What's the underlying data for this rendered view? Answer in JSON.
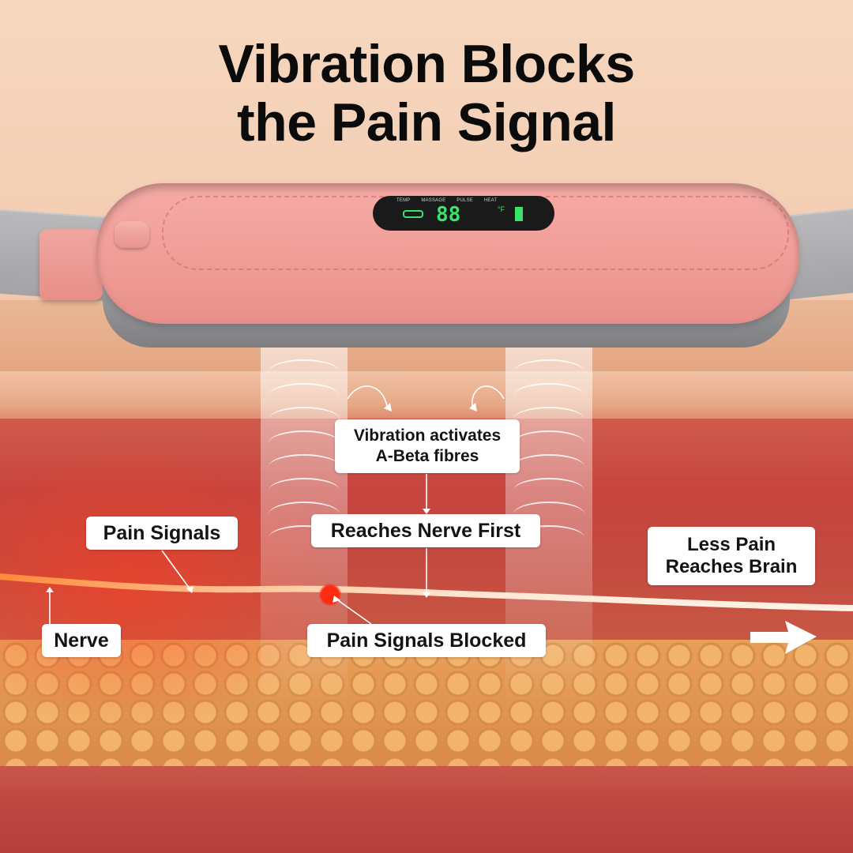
{
  "title": {
    "line1": "Vibration Blocks",
    "line2": "the Pain Signal"
  },
  "device": {
    "display_labels": [
      "TEMP",
      "MASSAGE",
      "PULSE",
      "HEAT"
    ],
    "display_digits": "88",
    "display_unit": "°F",
    "accent_color": "#f19e98",
    "display_color": "#3ae46a"
  },
  "callouts": {
    "vibration_line1": "Vibration activates",
    "vibration_line2": "A-Beta fibres",
    "reaches_nerve": "Reaches Nerve First",
    "pain_signals": "Pain Signals",
    "less_pain_line1": "Less Pain",
    "less_pain_line2": "Reaches Brain",
    "nerve": "Nerve",
    "pain_blocked": "Pain Signals Blocked"
  },
  "colors": {
    "pain_signal": "#ff2a10",
    "label_bg": "#ffffff",
    "title_text": "#0b0b0b"
  },
  "icons": {
    "direction_arrow": "arrow-right-icon",
    "curved_arrows": "curved-arrow-icon"
  }
}
